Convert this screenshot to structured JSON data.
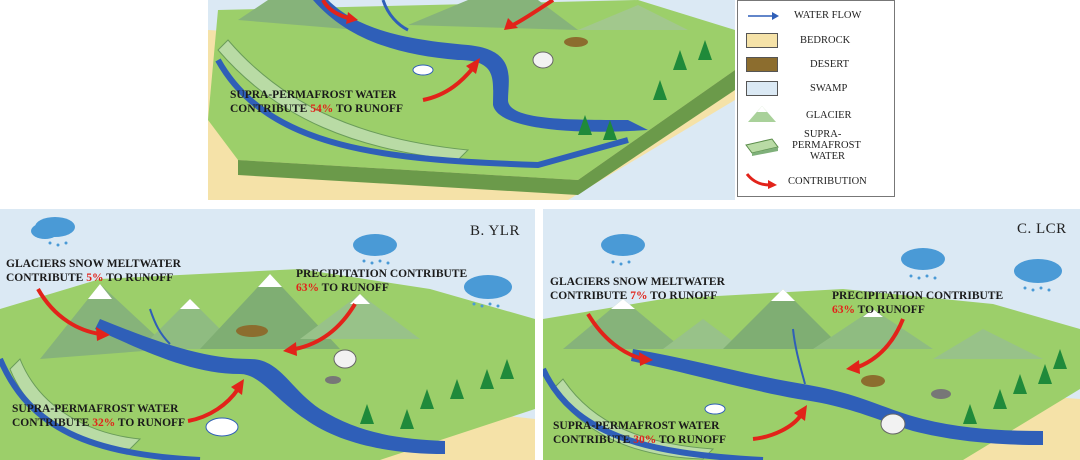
{
  "panel_a": {
    "supra_line1": "SUPRA-PERMAFROST WATER",
    "supra_prefix": "CONTRIBUTE ",
    "supra_pct": "54%",
    "supra_suffix": " TO RUNOFF"
  },
  "panel_b": {
    "title": "B. YLR",
    "glacier_line1": "GLACIERS SNOW MELTWATER",
    "glacier_prefix": "CONTRIBUTE ",
    "glacier_pct": "5%",
    "glacier_suffix": " TO RUNOFF",
    "precip_line1": "PRECIPITATION CONTRIBUTE",
    "precip_pct": "63%",
    "precip_suffix": " TO RUNOFF",
    "supra_line1": "SUPRA-PERMAFROST WATER",
    "supra_prefix": "CONTRIBUTE ",
    "supra_pct": "32%",
    "supra_suffix": " TO RUNOFF"
  },
  "panel_c": {
    "title": "C. LCR",
    "glacier_line1": "GLACIERS SNOW MELTWATER",
    "glacier_prefix": "CONTRIBUTE ",
    "glacier_pct": "7%",
    "glacier_suffix": " TO RUNOFF",
    "precip_line1": "PRECIPITATION CONTRIBUTE",
    "precip_pct": "63%",
    "precip_suffix": " TO RUNOFF",
    "supra_line1": "SUPRA-PERMAFROST WATER",
    "supra_prefix": "CONTRIBUTE ",
    "supra_pct": "30%",
    "supra_suffix": " TO RUNOFF"
  },
  "legend": {
    "water_flow": "WATER FLOW",
    "bedrock": "BEDROCK",
    "desert": "DESERT",
    "swamp": "SWAMP",
    "glacier": "GLACIER",
    "supra_1": "SUPRA-",
    "supra_2": "PERMAFROST",
    "supra_3": "WATER",
    "contribution": "CONTRIBUTION"
  },
  "colors": {
    "river": "#2f5fb8",
    "arrow": "#e2231a",
    "sky": "#dbe9f4",
    "land": "#9ccf6a",
    "mountain": "#86b37a",
    "bedrock": "#f5e2a8",
    "desert": "#8c6d2e"
  }
}
